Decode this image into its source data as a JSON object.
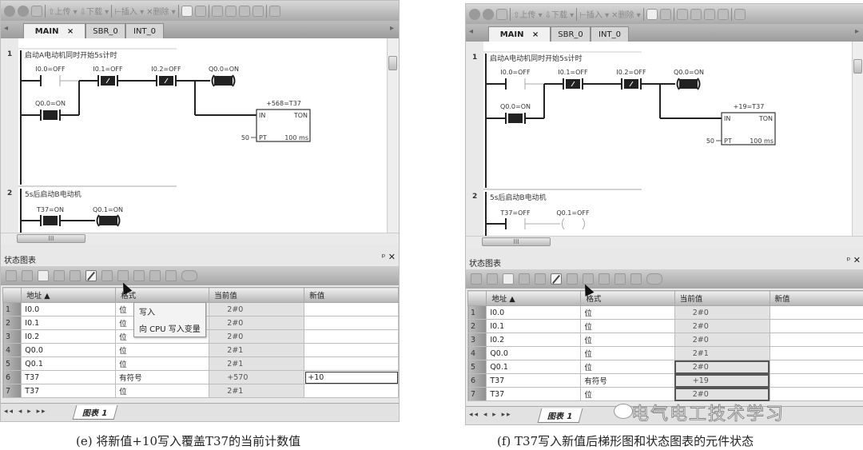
{
  "panels": [
    {
      "toolbar": {
        "upload": "上传",
        "download": "下载",
        "insert": "插入",
        "delete": "删除"
      },
      "tabs": [
        "MAIN",
        "SBR_0",
        "INT_0"
      ],
      "tab_close": "×",
      "network1": {
        "number": "1",
        "comment": "启动A电动机同时开始5s计时",
        "i00": {
          "label": "I0.0=OFF",
          "on": false
        },
        "i01": {
          "label": "I0.1=OFF",
          "on": true
        },
        "i02": {
          "label": "I0.2=OFF",
          "on": true
        },
        "q00_coil": {
          "label": "Q0.0=ON",
          "on": true
        },
        "q00_contact": {
          "label": "Q0.0=ON",
          "on": true
        },
        "timer": {
          "label": "+568=T37",
          "in": "IN",
          "type": "TON",
          "pt_value": "50",
          "pt": "PT",
          "base": "100 ms"
        }
      },
      "network2": {
        "number": "2",
        "comment": "5s后启动B电动机",
        "t37": {
          "label": "T37=ON",
          "on": true
        },
        "q01": {
          "label": "Q0.1=ON",
          "on": true
        }
      },
      "hscroll_grip": "III",
      "status_chart": {
        "title": "状态图表",
        "pin_close": "ᵖ ✕",
        "headers": [
          "地址 ▲",
          "格式",
          "当前值",
          "新值"
        ],
        "rows": [
          {
            "n": "1",
            "address": "I0.0",
            "format": "位",
            "current": "2#0",
            "new": ""
          },
          {
            "n": "2",
            "address": "I0.1",
            "format": "位",
            "current": "2#0",
            "new": ""
          },
          {
            "n": "3",
            "address": "I0.2",
            "format": "位",
            "current": "2#0",
            "new": ""
          },
          {
            "n": "4",
            "address": "Q0.0",
            "format": "位",
            "current": "2#1",
            "new": ""
          },
          {
            "n": "5",
            "address": "Q0.1",
            "format": "位",
            "current": "2#1",
            "new": ""
          },
          {
            "n": "6",
            "address": "T37",
            "format": "有符号",
            "current": "+570",
            "new": "+10"
          },
          {
            "n": "7",
            "address": "T37",
            "format": "位",
            "current": "2#1",
            "new": ""
          }
        ],
        "tooltip": {
          "title": "写入",
          "text": "向 CPU 写入变量"
        },
        "sheet_nav": "◂◂ ◂ ▸ ▸▸",
        "sheet_tab": "图表 1"
      },
      "caption": "(e) 将新值+10写入覆盖T37的当前计数值"
    },
    {
      "toolbar": {
        "upload": "上传",
        "download": "下载",
        "insert": "插入",
        "delete": "删除"
      },
      "tabs": [
        "MAIN",
        "SBR_0",
        "INT_0"
      ],
      "tab_close": "×",
      "network1": {
        "number": "1",
        "comment": "启动A电动机同时开始5s计时",
        "i00": {
          "label": "I0.0=OFF",
          "on": false
        },
        "i01": {
          "label": "I0.1=OFF",
          "on": true
        },
        "i02": {
          "label": "I0.2=OFF",
          "on": true
        },
        "q00_coil": {
          "label": "Q0.0=ON",
          "on": true
        },
        "q00_contact": {
          "label": "Q0.0=ON",
          "on": true
        },
        "timer": {
          "label": "+19=T37",
          "in": "IN",
          "type": "TON",
          "pt_value": "50",
          "pt": "PT",
          "base": "100 ms"
        }
      },
      "network2": {
        "number": "2",
        "comment": "5s后启动B电动机",
        "t37": {
          "label": "T37=OFF",
          "on": false
        },
        "q01": {
          "label": "Q0.1=OFF",
          "on": false
        }
      },
      "hscroll_grip": "III",
      "status_chart": {
        "title": "状态图表",
        "pin_close": "ᵖ ✕",
        "headers": [
          "地址 ▲",
          "格式",
          "当前值",
          "新值"
        ],
        "rows": [
          {
            "n": "1",
            "address": "I0.0",
            "format": "位",
            "current": "2#0",
            "new": ""
          },
          {
            "n": "2",
            "address": "I0.1",
            "format": "位",
            "current": "2#0",
            "new": ""
          },
          {
            "n": "3",
            "address": "I0.2",
            "format": "位",
            "current": "2#0",
            "new": ""
          },
          {
            "n": "4",
            "address": "Q0.0",
            "format": "位",
            "current": "2#1",
            "new": ""
          },
          {
            "n": "5",
            "address": "Q0.1",
            "format": "位",
            "current": "2#0",
            "new": "",
            "highlight": true
          },
          {
            "n": "6",
            "address": "T37",
            "format": "有符号",
            "current": "+19",
            "new": "",
            "highlight": true
          },
          {
            "n": "7",
            "address": "T37",
            "format": "位",
            "current": "2#0",
            "new": "",
            "highlight": true
          }
        ],
        "sheet_nav": "◂◂ ◂ ▸ ▸▸",
        "sheet_tab": "图表 1"
      },
      "caption": "(f) T37写入新值后梯形图和状态图表的元件状态",
      "watermark": "电气电工技术学习"
    }
  ]
}
